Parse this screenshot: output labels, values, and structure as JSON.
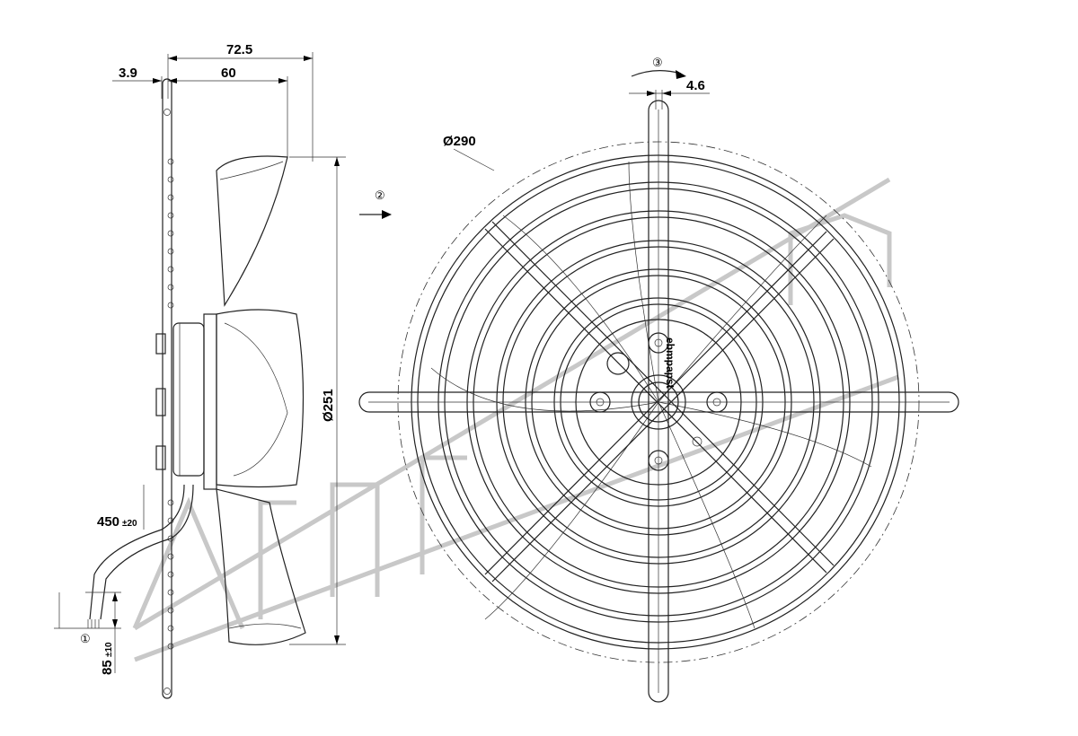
{
  "side_view": {
    "dim_overall_depth": "72.5",
    "dim_flange_thickness": "3.9",
    "dim_motor_depth": "60",
    "dim_height_label": "Ø251",
    "dim_cable_length": "450",
    "dim_cable_length_tol": "±20",
    "dim_lead_length": "85",
    "dim_lead_length_tol": "±10",
    "callout_1": "①",
    "callout_2": "②"
  },
  "front_view": {
    "dim_outer_diameter": "Ø290",
    "dim_spoke_width": "4.6",
    "callout_3": "③",
    "nameplate_text": "ebmpapst"
  },
  "colors": {
    "line": "#222222",
    "watermark": "#c8c8c8"
  }
}
